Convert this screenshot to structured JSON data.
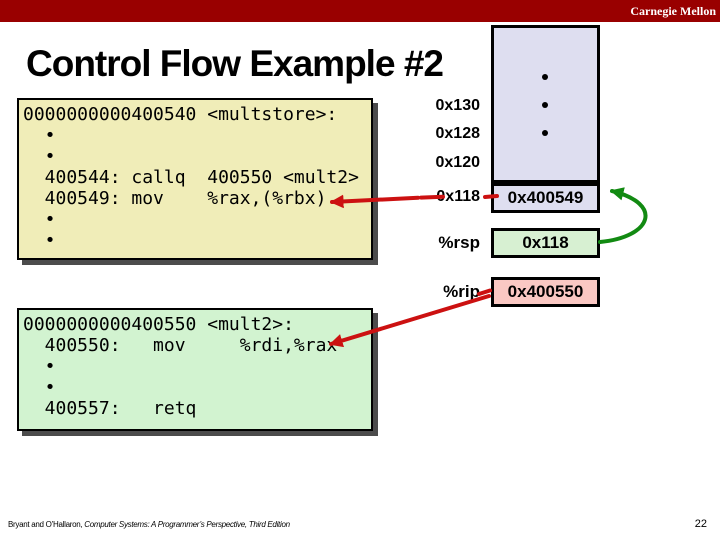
{
  "banner": {
    "label": "Carnegie Mellon"
  },
  "title": "Control Flow Example #2",
  "multstore": {
    "lines": [
      "0000000000400540 <multstore>:",
      "  •",
      "  •",
      "  400544: callq  400550 <mult2>",
      "  400549: mov    %rax,(%rbx)",
      "  •",
      "  •"
    ]
  },
  "mult2": {
    "lines": [
      "0000000000400550 <mult2>:",
      "  400550:   mov     %rdi,%rax",
      "  •",
      "  •",
      "  400557:   retq"
    ]
  },
  "stack": {
    "labels": [
      "0x130",
      "0x128",
      "0x120",
      "0x118"
    ],
    "return_address": "0x400549"
  },
  "registers": {
    "rsp_label": "%rsp",
    "rsp_value": "0x118",
    "rip_label": "%rip",
    "rip_value": "0x400550"
  },
  "footer": {
    "citation_prefix": "Bryant and O’Hallaron, ",
    "citation_title": "Computer Systems: A Programmer’s Perspective, Third Edition",
    "page": "22"
  },
  "colors": {
    "banner-red": "#990000",
    "code-yellow": "#F0EDB8",
    "code-green": "#D2F3D0",
    "stack-lavender": "#DEDEF0",
    "cell-green": "#D7F0D2",
    "cell-pink": "#FAC8C3",
    "arrow-red": "#CC1111",
    "arrow-green": "#128A12",
    "box-shadow-gray": "#4C4C4C"
  }
}
